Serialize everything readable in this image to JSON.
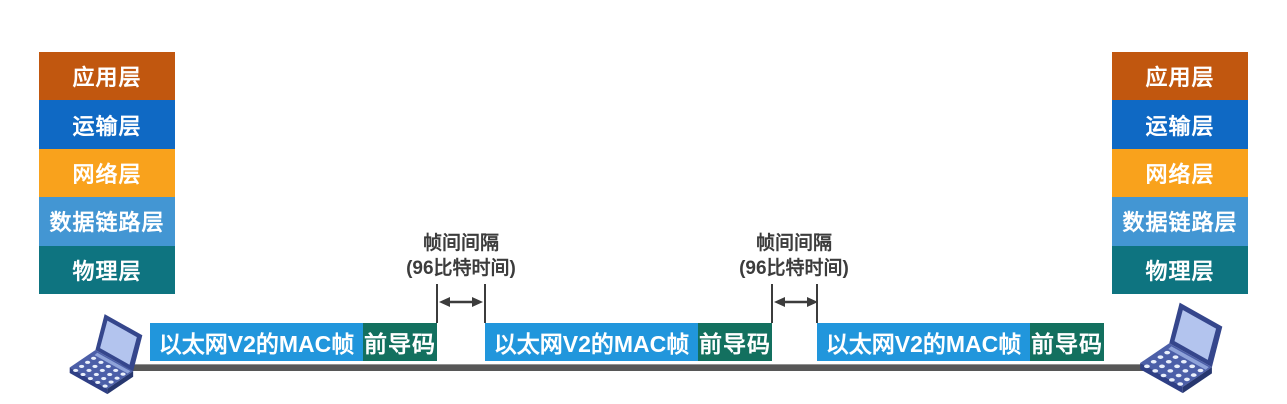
{
  "diagram": {
    "stack_layers": [
      {
        "label": "应用层",
        "color": "#C1570F"
      },
      {
        "label": "运输层",
        "color": "#0F69C4"
      },
      {
        "label": "网络层",
        "color": "#F9A21C"
      },
      {
        "label": "数据链路层",
        "color": "#4396D3"
      },
      {
        "label": "物理层",
        "color": "#0E7480"
      }
    ],
    "frame": {
      "mac_label": "以太网V2的MAC帧",
      "mac_color": "#2196DC",
      "preamble_label": "前导码",
      "preamble_color": "#13705F"
    },
    "gap": {
      "title": "帧间间隔",
      "subtitle": "(96比特时间)",
      "color": "#3C3C3C"
    },
    "wire_color": "#575757",
    "icons": {
      "laptop": "laptop-icon",
      "double_arrow": "double-arrow-icon"
    }
  }
}
